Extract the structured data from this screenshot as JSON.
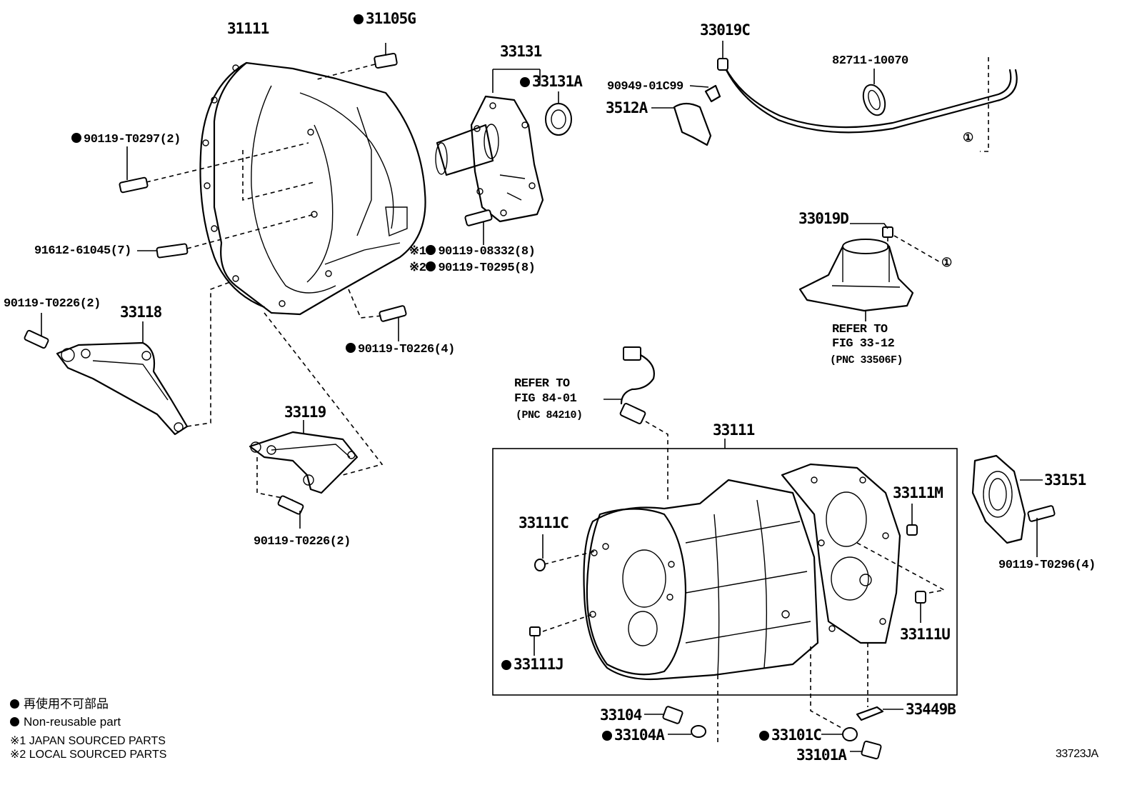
{
  "labels": {
    "p31111_top": "31111",
    "p31105g": "31105G",
    "p90119_t0297": "90119-T0297(2)",
    "p91612": "91612-61045(7)",
    "p90119_t0226_2a": "90119-T0226(2)",
    "p33118": "33118",
    "p90119_t0226_4": "90119-T0226(4)",
    "p33119": "33119",
    "p90119_t0226_2b": "90119-T0226(2)",
    "p33131": "33131",
    "p33131a": "33131A",
    "p90119_08332_mark": "※1",
    "p90119_08332": "90119-08332(8)",
    "p90119_t0295_mark": "※2",
    "p90119_t0295": "90119-T0295(8)",
    "p33019c": "33019C",
    "p82711": "82711-10070",
    "p90949": "90949-01C99",
    "p3512a": "3512A",
    "p33019d": "33019D",
    "circle1": "①",
    "refer_a_1": "REFER TO",
    "refer_a_2": "FIG 33-12",
    "refer_a_3": "(PNC 33506F)",
    "refer_b_1": "REFER TO",
    "refer_b_2": "FIG 84-01",
    "refer_b_3": "(PNC 84210)",
    "p31111_box": "33111",
    "p33111c": "33111C",
    "p33111j": "33111J",
    "p33111m": "33111M",
    "p33111u": "33111U",
    "p33151": "33151",
    "p90119_t0296": "90119-T0296(4)",
    "p33104": "33104",
    "p33104a": "33104A",
    "p33101c": "33101C",
    "p33101a": "33101A",
    "p33449b": "33449B",
    "figure_code": "33723JA"
  },
  "legend": {
    "jp": "再使用不可部品",
    "en": "Non-reusable part",
    "note1": "※1 JAPAN SOURCED PARTS",
    "note2": "※2 LOCAL SOURCED PARTS"
  }
}
